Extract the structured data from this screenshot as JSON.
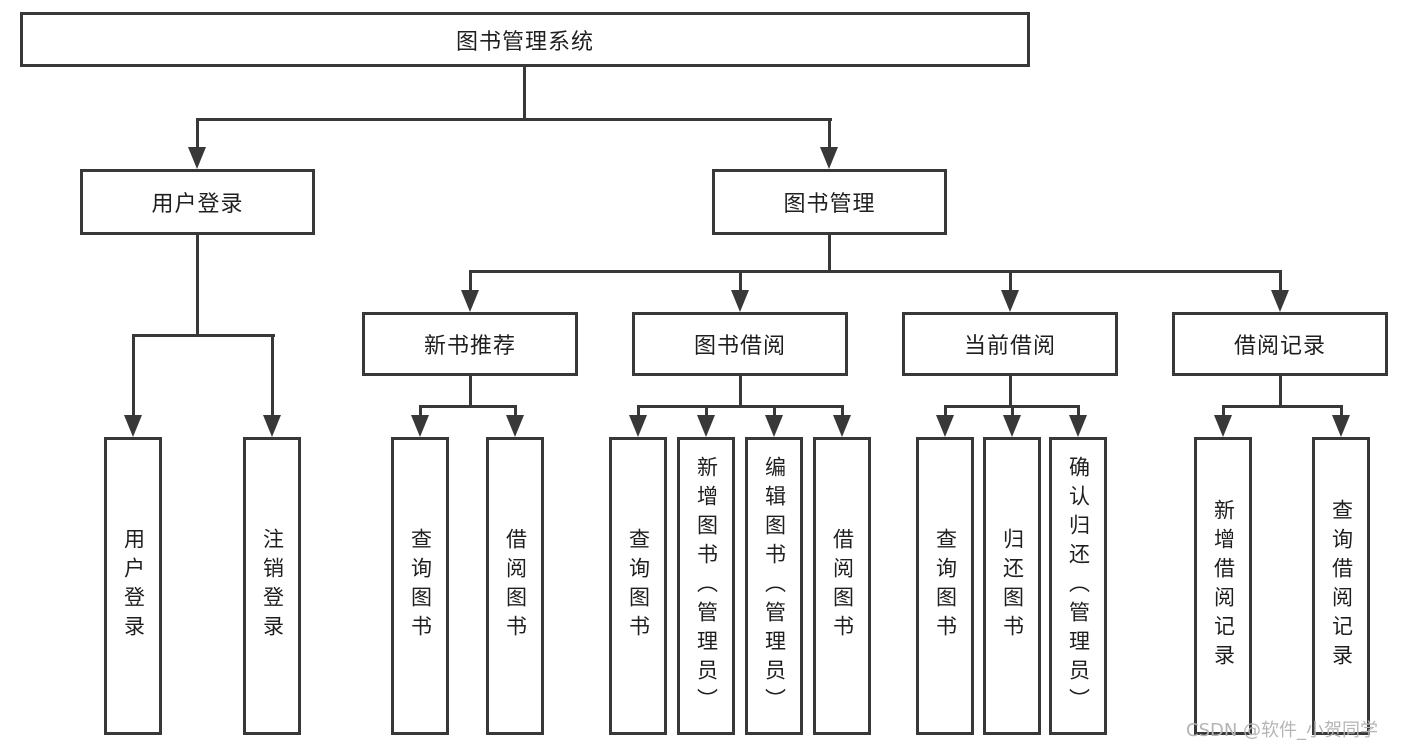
{
  "diagram_title": "图书管理系统",
  "nodes": {
    "root": "图书管理系统",
    "user_login": "用户登录",
    "book_mgmt": "图书管理",
    "new_book_rec": "新书推荐",
    "book_borrow": "图书借阅",
    "current_borrow": "当前借阅",
    "borrow_records": "借阅记录",
    "leaf_user_login": "用户登录",
    "leaf_logout": "注销登录",
    "leaf_nbr_query": "查询图书",
    "leaf_nbr_borrow": "借阅图书",
    "leaf_bb_query": "查询图书",
    "leaf_bb_add": "新增图书（管理员）",
    "leaf_bb_edit": "编辑图书（管理员）",
    "leaf_bb_borrow": "借阅图书",
    "leaf_cb_query": "查询图书",
    "leaf_cb_return": "归还图书",
    "leaf_cb_confirm": "确认归还（管理员）",
    "leaf_br_add": "新增借阅记录",
    "leaf_br_query": "查询借阅记录"
  },
  "watermark": "CSDN @软件_小贺同学",
  "colors": {
    "line": "#383838",
    "text": "#1f1f1f",
    "background": "#ffffff",
    "watermark": "#b5b5b5"
  }
}
